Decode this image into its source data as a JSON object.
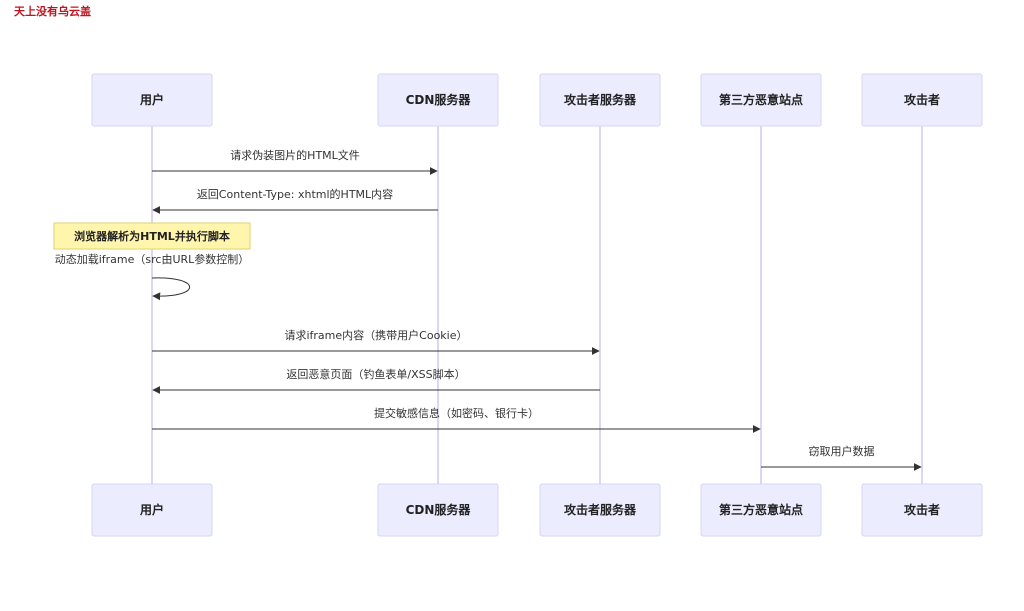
{
  "watermark": "天上没有乌云盖",
  "actors": [
    {
      "id": "user",
      "label": "用户"
    },
    {
      "id": "cdn",
      "label": "CDN服务器"
    },
    {
      "id": "attacker_server",
      "label": "攻击者服务器"
    },
    {
      "id": "third_party",
      "label": "第三方恶意站点"
    },
    {
      "id": "attacker",
      "label": "攻击者"
    }
  ],
  "messages": [
    {
      "from": "user",
      "to": "cdn",
      "text": "请求伪装图片的HTML文件"
    },
    {
      "from": "cdn",
      "to": "user",
      "text": "返回Content-Type: xhtml的HTML内容"
    },
    {
      "type": "note",
      "over": "user",
      "text": "浏览器解析为HTML并执行脚本"
    },
    {
      "from": "user",
      "to": "user",
      "text": "动态加载iframe（src由URL参数控制）"
    },
    {
      "from": "user",
      "to": "attacker_server",
      "text": "请求iframe内容（携带用户Cookie）"
    },
    {
      "from": "attacker_server",
      "to": "user",
      "text": "返回恶意页面（钓鱼表单/XSS脚本）"
    },
    {
      "from": "user",
      "to": "third_party",
      "text": "提交敏感信息（如密码、银行卡）"
    },
    {
      "from": "third_party",
      "to": "attacker",
      "text": "窃取用户数据"
    }
  ],
  "colors": {
    "actor_fill": "#ececff",
    "actor_stroke": "#d6d6f5",
    "lifeline": "#cdc9f0",
    "note_fill": "#fff5ad",
    "note_stroke": "#e0d26a",
    "arrow": "#333333",
    "watermark": "#c0131f"
  }
}
